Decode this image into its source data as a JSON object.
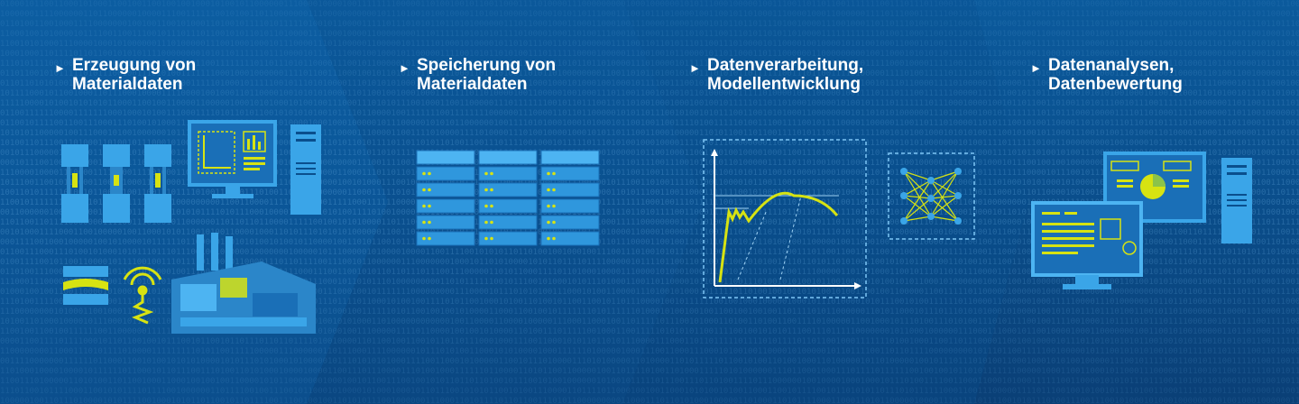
{
  "steps": [
    {
      "arrow": "►",
      "line1": "Erzeugung von",
      "line2": "Materialdaten",
      "icons": [
        "tensile-testing-machine-icon",
        "monitor-icon",
        "server-tower-icon",
        "material-layers-icon",
        "sensor-icon",
        "factory-icon"
      ]
    },
    {
      "arrow": "►",
      "line1": "Speicherung von",
      "line2": "Materialdaten",
      "icons": [
        "server-rack-icon"
      ]
    },
    {
      "arrow": "►",
      "line1": "Datenverarbeitung,",
      "line2": "Modellentwicklung",
      "icons": [
        "stress-strain-curve-icon",
        "neural-network-icon"
      ]
    },
    {
      "arrow": "►",
      "line1": "Datenanalysen,",
      "line2": "Datenbewertung",
      "icons": [
        "dashboard-monitor-icon",
        "report-monitor-icon",
        "server-tower-icon"
      ]
    }
  ],
  "colors": {
    "background": "#0a4f8d",
    "accent": "#d7e312",
    "icon": "#3aa5e8",
    "text": "#ffffff"
  },
  "background_pattern": "binary-digits"
}
